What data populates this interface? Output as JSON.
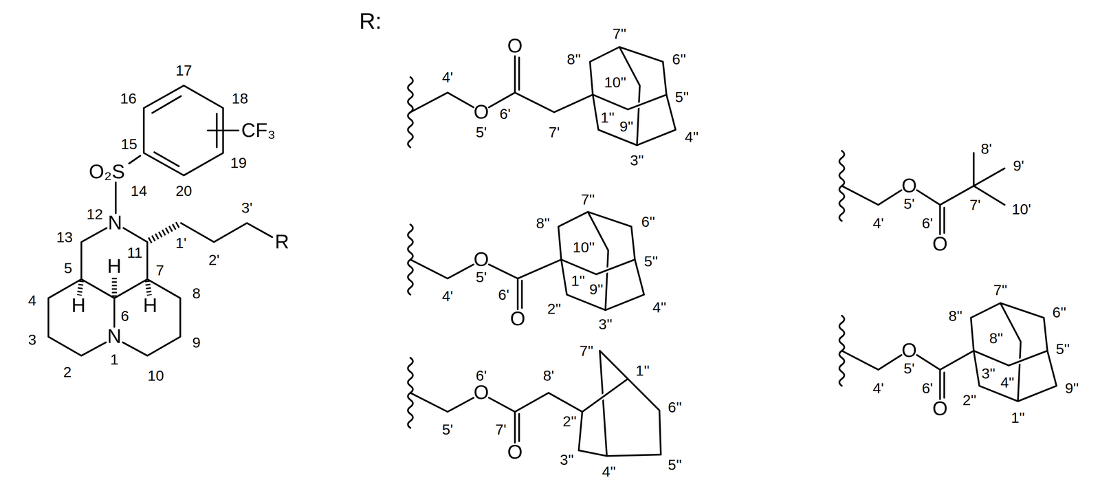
{
  "diagram": {
    "labels": [
      "17",
      "16",
      "18",
      "CF₃",
      "15",
      "19",
      "O₂S",
      "14",
      "20",
      "12",
      "N",
      "13",
      "11",
      "1'",
      "3'",
      "R",
      "2'",
      "H",
      "5",
      "7",
      "8",
      "4",
      "H",
      "H",
      "6",
      "N",
      "3",
      "9",
      "1",
      "2",
      "10",
      "R:",
      "7''",
      "O",
      "8''",
      "6''",
      "4'",
      "10''",
      "5''",
      "O",
      "6'",
      "1''",
      "9''",
      "5'",
      "7'",
      "4''",
      "3''",
      "7''",
      "6''",
      "8''",
      "10''",
      "O",
      "5''",
      "5'",
      "1''",
      "9''",
      "6'",
      "4'",
      "2''",
      "4''",
      "O",
      "3''",
      "8'",
      "9'",
      "O",
      "5'",
      "7'",
      "10'",
      "4'",
      "6'",
      "O",
      "7''",
      "6''",
      "8''",
      "8''",
      "5''",
      "O",
      "5'",
      "3''",
      "4''",
      "4'",
      "6'",
      "9''",
      "2''",
      "O",
      "1''",
      "7''",
      "6'",
      "8'",
      "1''",
      "O",
      "6''",
      "2''",
      "5'",
      "7'",
      "O",
      "3''",
      "5''",
      "4''"
    ]
  }
}
